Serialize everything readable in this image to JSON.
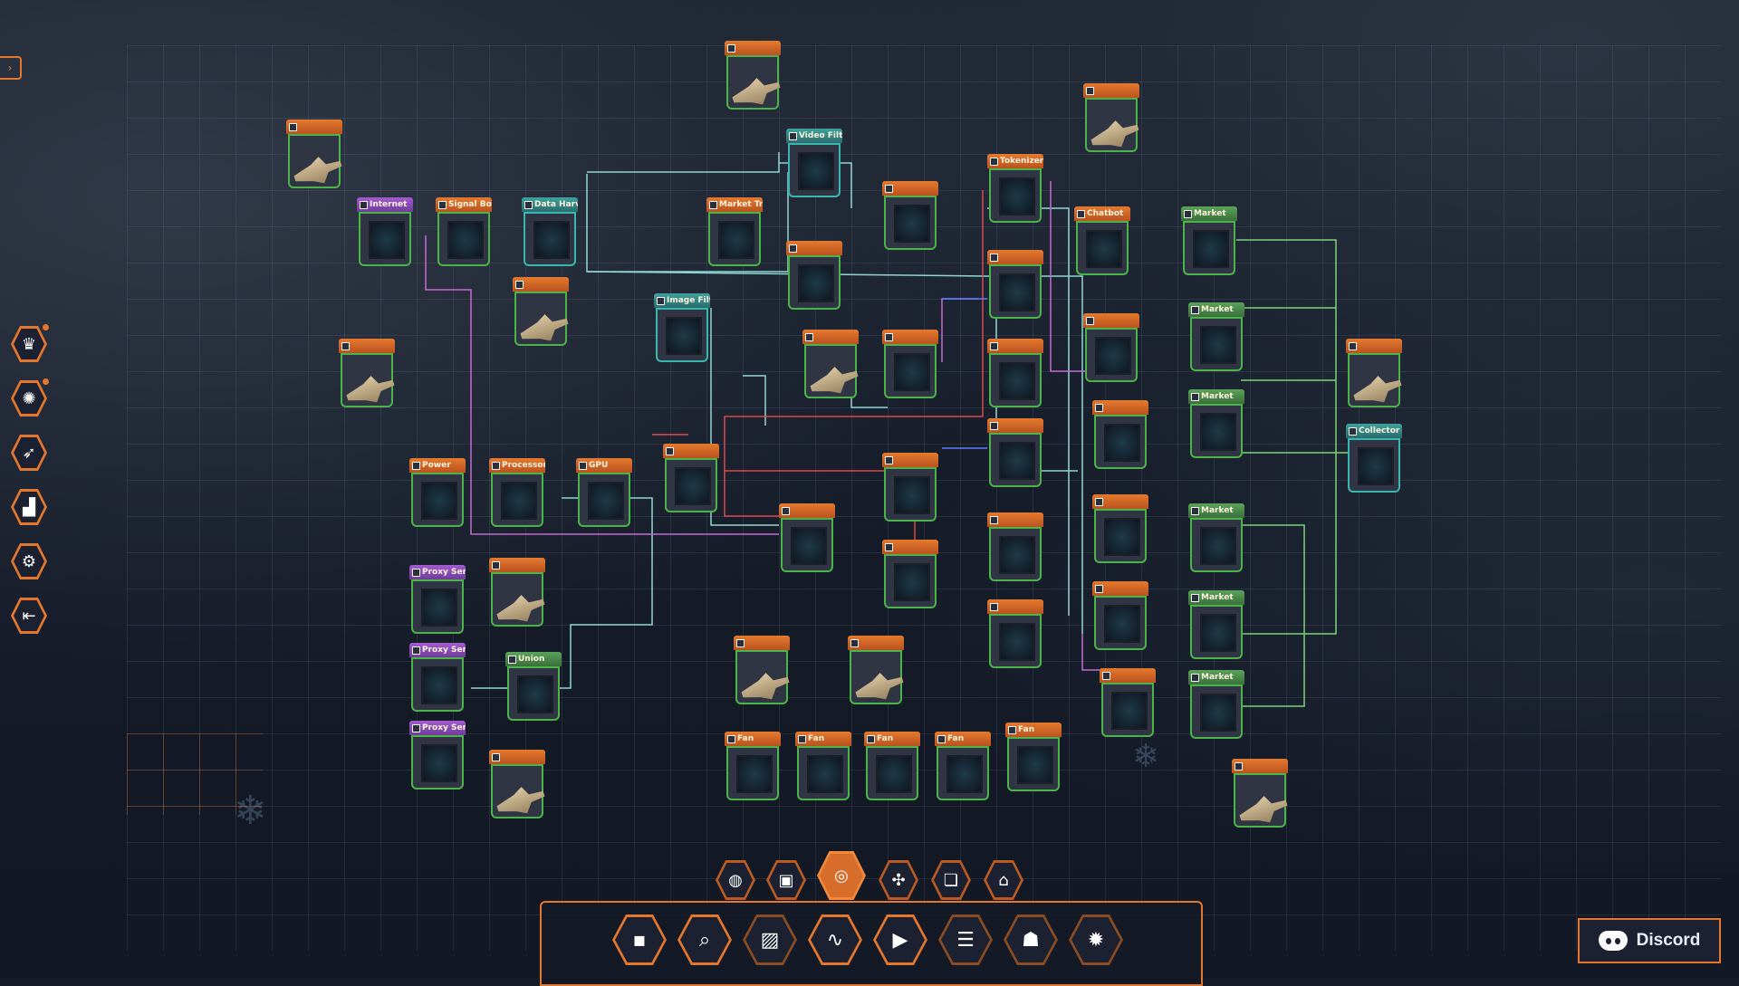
{
  "nodes": [
    {
      "label": "Internet",
      "style": "purple"
    },
    {
      "label": "Signal Booster",
      "style": "orange"
    },
    {
      "label": "Data Harvester",
      "style": "teal"
    },
    {
      "label": "Video Filter",
      "style": "teal"
    },
    {
      "label": "Market Trainer",
      "style": "orange"
    },
    {
      "label": "Tokenizer",
      "style": "orange"
    },
    {
      "label": "Chatbot",
      "style": "orange"
    },
    {
      "label": "Market",
      "style": "green"
    },
    {
      "label": "Image Filter",
      "style": "teal"
    },
    {
      "label": "Market",
      "style": "green"
    },
    {
      "label": "Market",
      "style": "green"
    },
    {
      "label": "Collector",
      "style": "teal"
    },
    {
      "label": "Power",
      "style": "orange"
    },
    {
      "label": "Processor",
      "style": "orange"
    },
    {
      "label": "GPU",
      "style": "orange"
    },
    {
      "label": "Proxy Server",
      "style": "purple"
    },
    {
      "label": "Proxy Server",
      "style": "purple"
    },
    {
      "label": "Proxy Server",
      "style": "purple"
    },
    {
      "label": "Union",
      "style": "green"
    },
    {
      "label": "Market",
      "style": "green"
    },
    {
      "label": "Market",
      "style": "green"
    },
    {
      "label": "Market",
      "style": "green"
    },
    {
      "label": "Fan",
      "style": "orange"
    },
    {
      "label": "Fan",
      "style": "orange"
    },
    {
      "label": "Fan",
      "style": "orange"
    },
    {
      "label": "Fan",
      "style": "orange"
    },
    {
      "label": "Fan",
      "style": "orange"
    }
  ],
  "sidebar": [
    "crown-icon",
    "globe-gear-icon",
    "rocket-icon",
    "bar-chart-icon",
    "gear-icon",
    "exit-icon"
  ],
  "category_tabs": [
    "globe-icon",
    "chip-icon",
    "cpu-core-icon",
    "network-icon",
    "document-icon",
    "store-icon"
  ],
  "toolbar": [
    "chip-small-icon",
    "image-scan-icon",
    "image-icon",
    "waveform-icon",
    "video-icon",
    "doc-search-icon",
    "person-icon",
    "robot-icon"
  ],
  "discord_label": "Discord",
  "colors": {
    "accent": "#e5772d",
    "node_border": "#4bb34a"
  }
}
